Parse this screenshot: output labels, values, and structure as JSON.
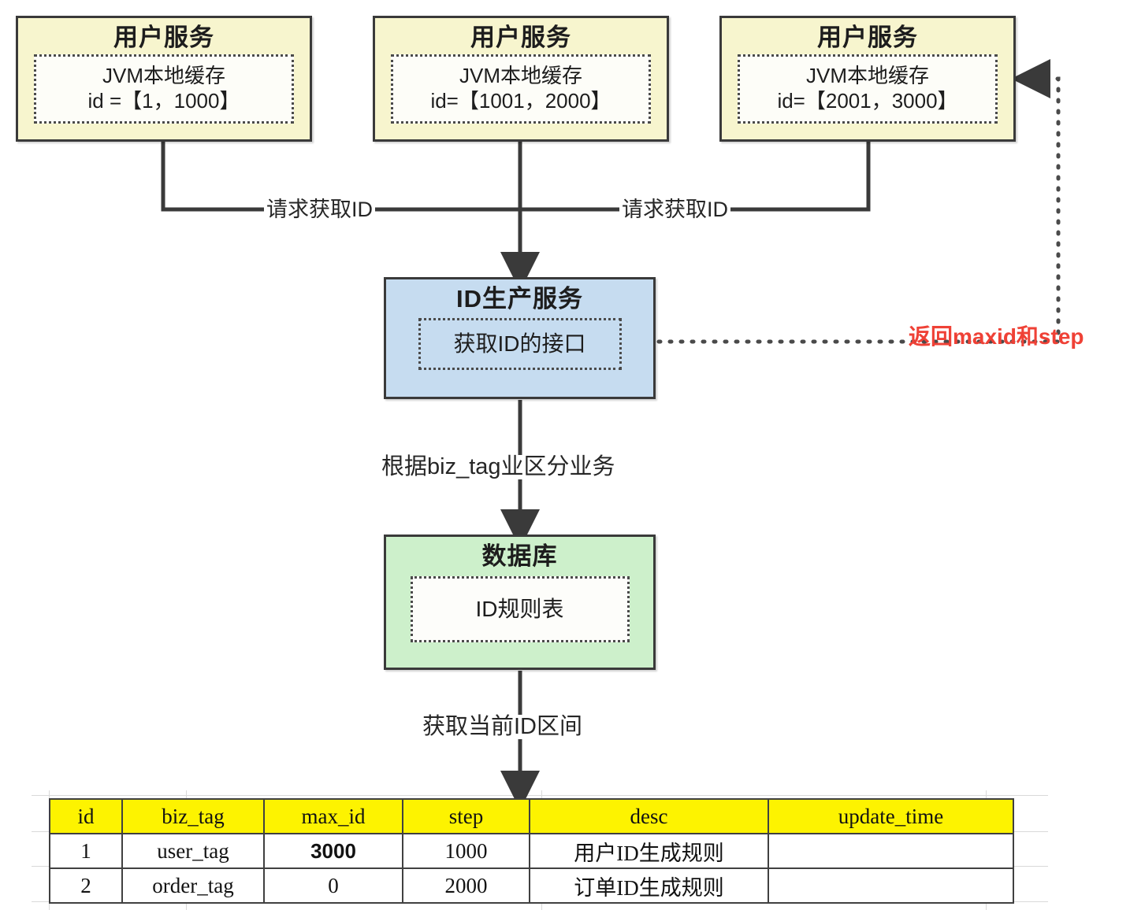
{
  "diagram": {
    "title": "ID generation service architecture",
    "colors": {
      "service_fill": "#f7f5ce",
      "id_service_fill": "#c6dcf0",
      "database_fill": "#cdf0cb",
      "table_header_fill": "#fdf300",
      "stroke": "#3a3a3a",
      "return_label": "#ef4136"
    }
  },
  "services": [
    {
      "title": "用户服务",
      "cache_label": "JVM本地缓存",
      "range_label": "id =【1，1000】"
    },
    {
      "title": "用户服务",
      "cache_label": "JVM本地缓存",
      "range_label": "id=【1001，2000】"
    },
    {
      "title": "用户服务",
      "cache_label": "JVM本地缓存",
      "range_label": "id=【2001，3000】"
    }
  ],
  "id_service": {
    "title": "ID生产服务",
    "interface_label": "获取ID的接口"
  },
  "database": {
    "title": "数据库",
    "table_label": "ID规则表"
  },
  "edges": {
    "request_left": "请求获取ID",
    "request_right": "请求获取ID",
    "biz_tag": "根据biz_tag业区分业务",
    "current_range": "获取当前ID区间",
    "return_maxid": "返回maxid和step"
  },
  "rule_table": {
    "headers": [
      "id",
      "biz_tag",
      "max_id",
      "step",
      "desc",
      "update_time"
    ],
    "rows": [
      {
        "id": "1",
        "biz_tag": "user_tag",
        "max_id": "3000",
        "step": "1000",
        "desc": "用户ID生成规则",
        "update_time": ""
      },
      {
        "id": "2",
        "biz_tag": "order_tag",
        "max_id": "0",
        "step": "2000",
        "desc": "订单ID生成规则",
        "update_time": ""
      }
    ]
  }
}
